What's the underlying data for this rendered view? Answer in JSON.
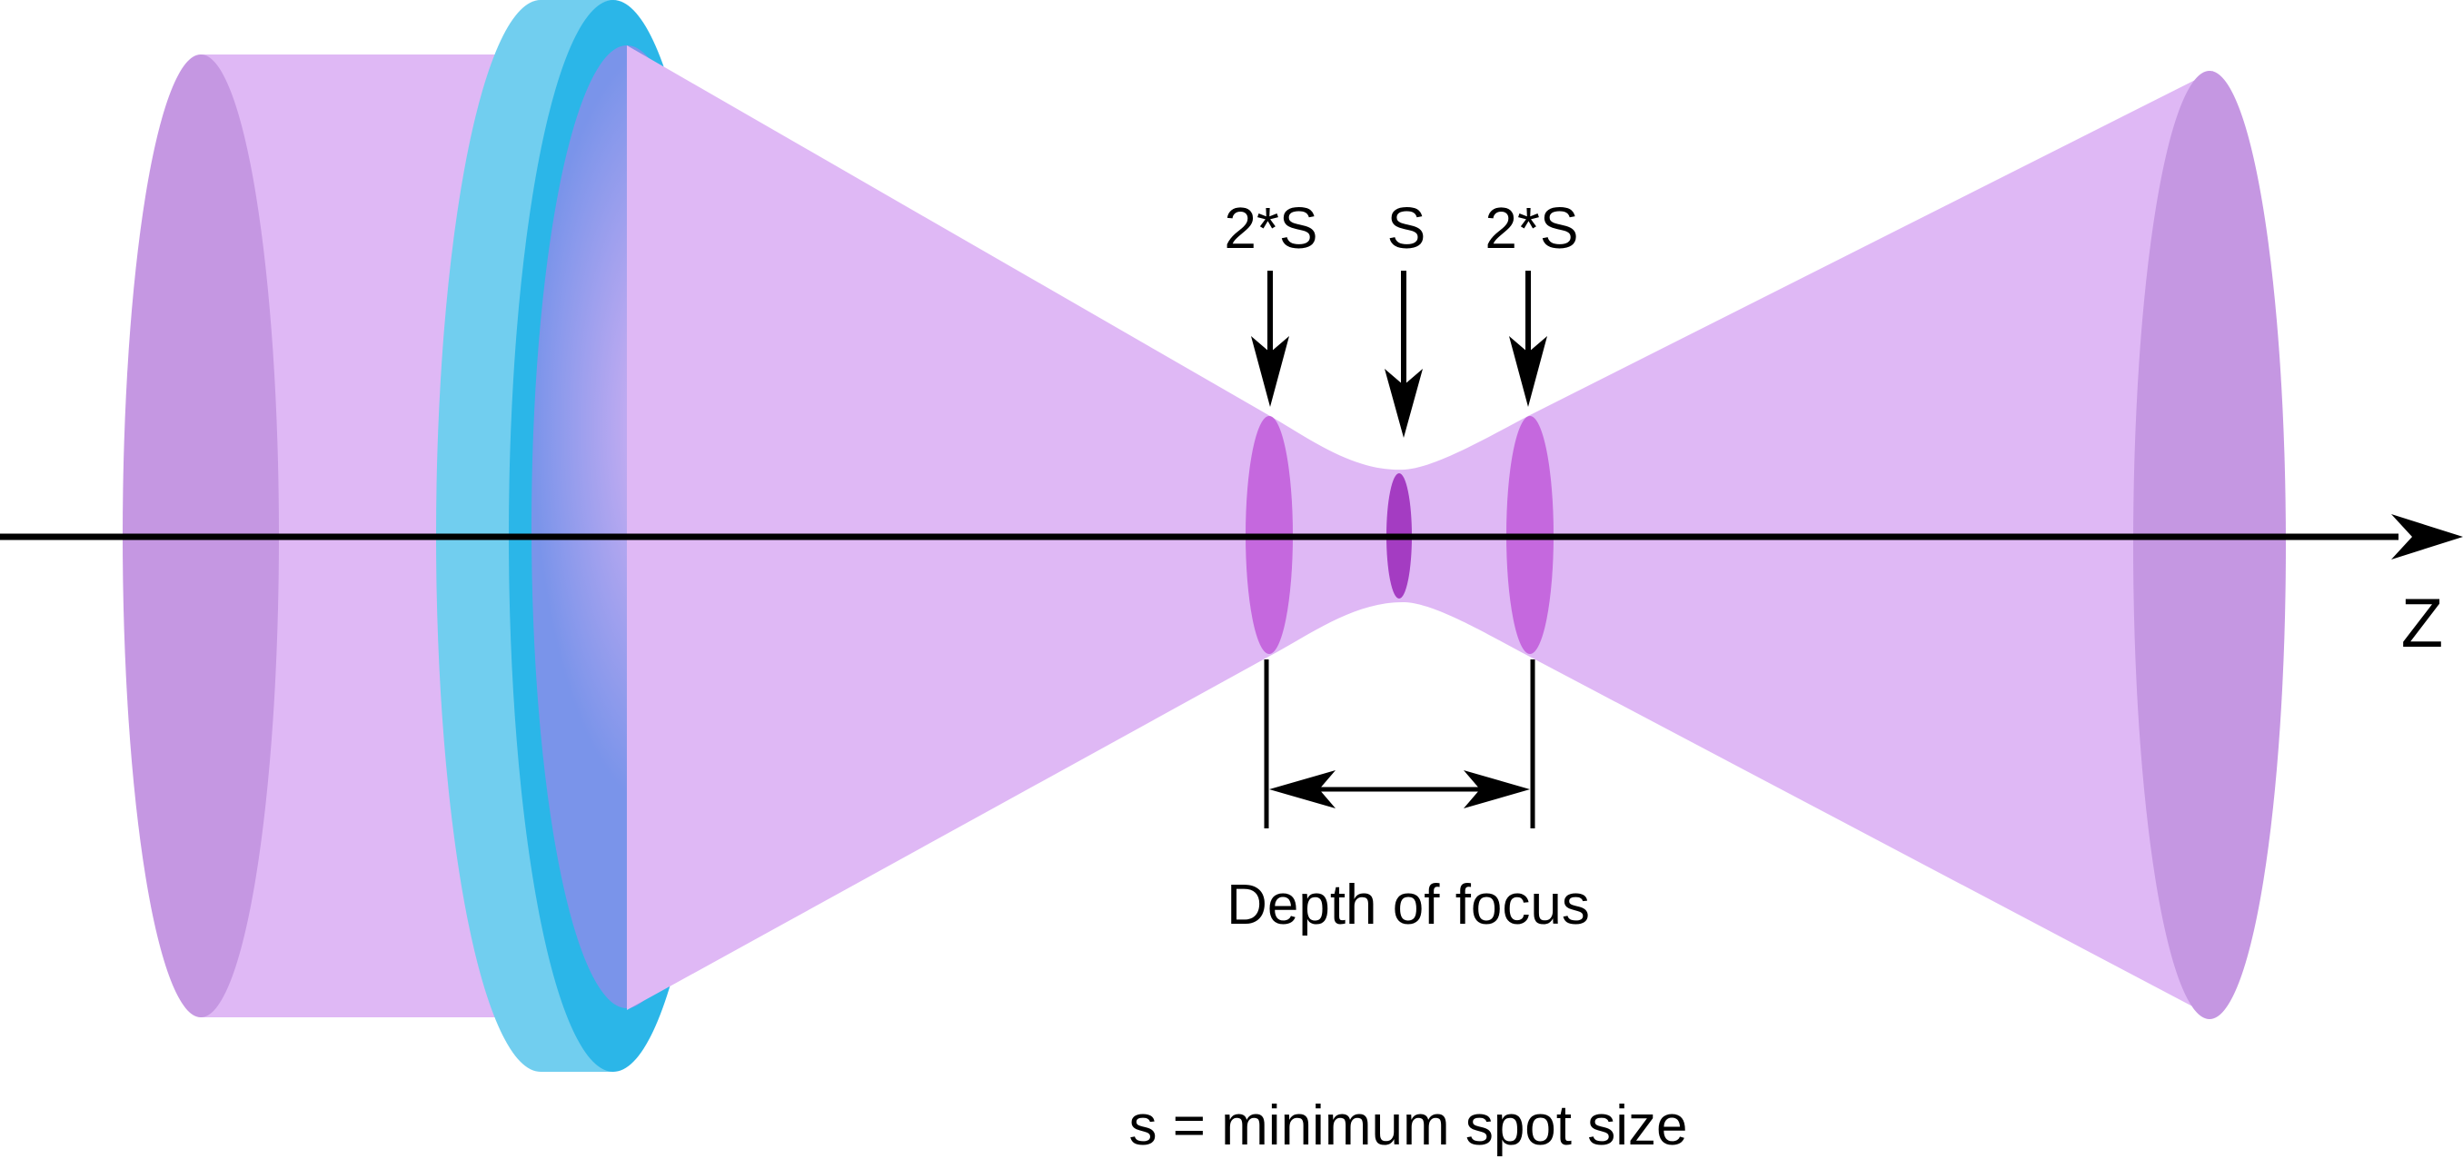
{
  "labels": {
    "spot_left": "2*S",
    "spot_center": "S",
    "spot_right": "2*S",
    "axis": "Z",
    "depth_of_focus": "Depth of focus",
    "legend": "s = minimum spot size"
  },
  "colors": {
    "beam": "#dfb8f5",
    "beam_end": "#c597e2",
    "spot": "#c568de",
    "spot_min": "#a43cc2",
    "lens_rim_light": "#71ceef",
    "lens_rim": "#2bb6e8",
    "lens_face_outer": "#7a94ea",
    "lens_face_inner": "#dcb4f4",
    "ink": "#000000"
  }
}
